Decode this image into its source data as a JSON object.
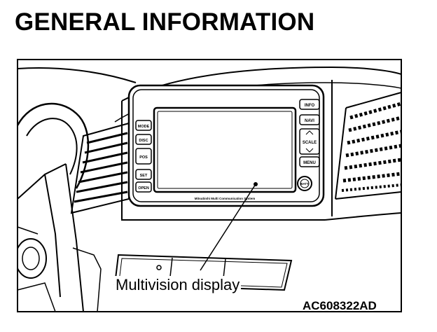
{
  "header": {
    "title": "GENERAL INFORMATION"
  },
  "figure": {
    "callout_label": "Multivision display",
    "figure_code": "AC608322AD",
    "unit_buttons": {
      "right": [
        "INFO",
        "NAVI",
        "SCALE",
        "MENU"
      ],
      "left": [
        "MODE",
        "DISC",
        "POS",
        "SET",
        "OPEN"
      ],
      "knob": "BATT"
    },
    "bezel_caption": "Mitsubishi Multi Communication System"
  }
}
